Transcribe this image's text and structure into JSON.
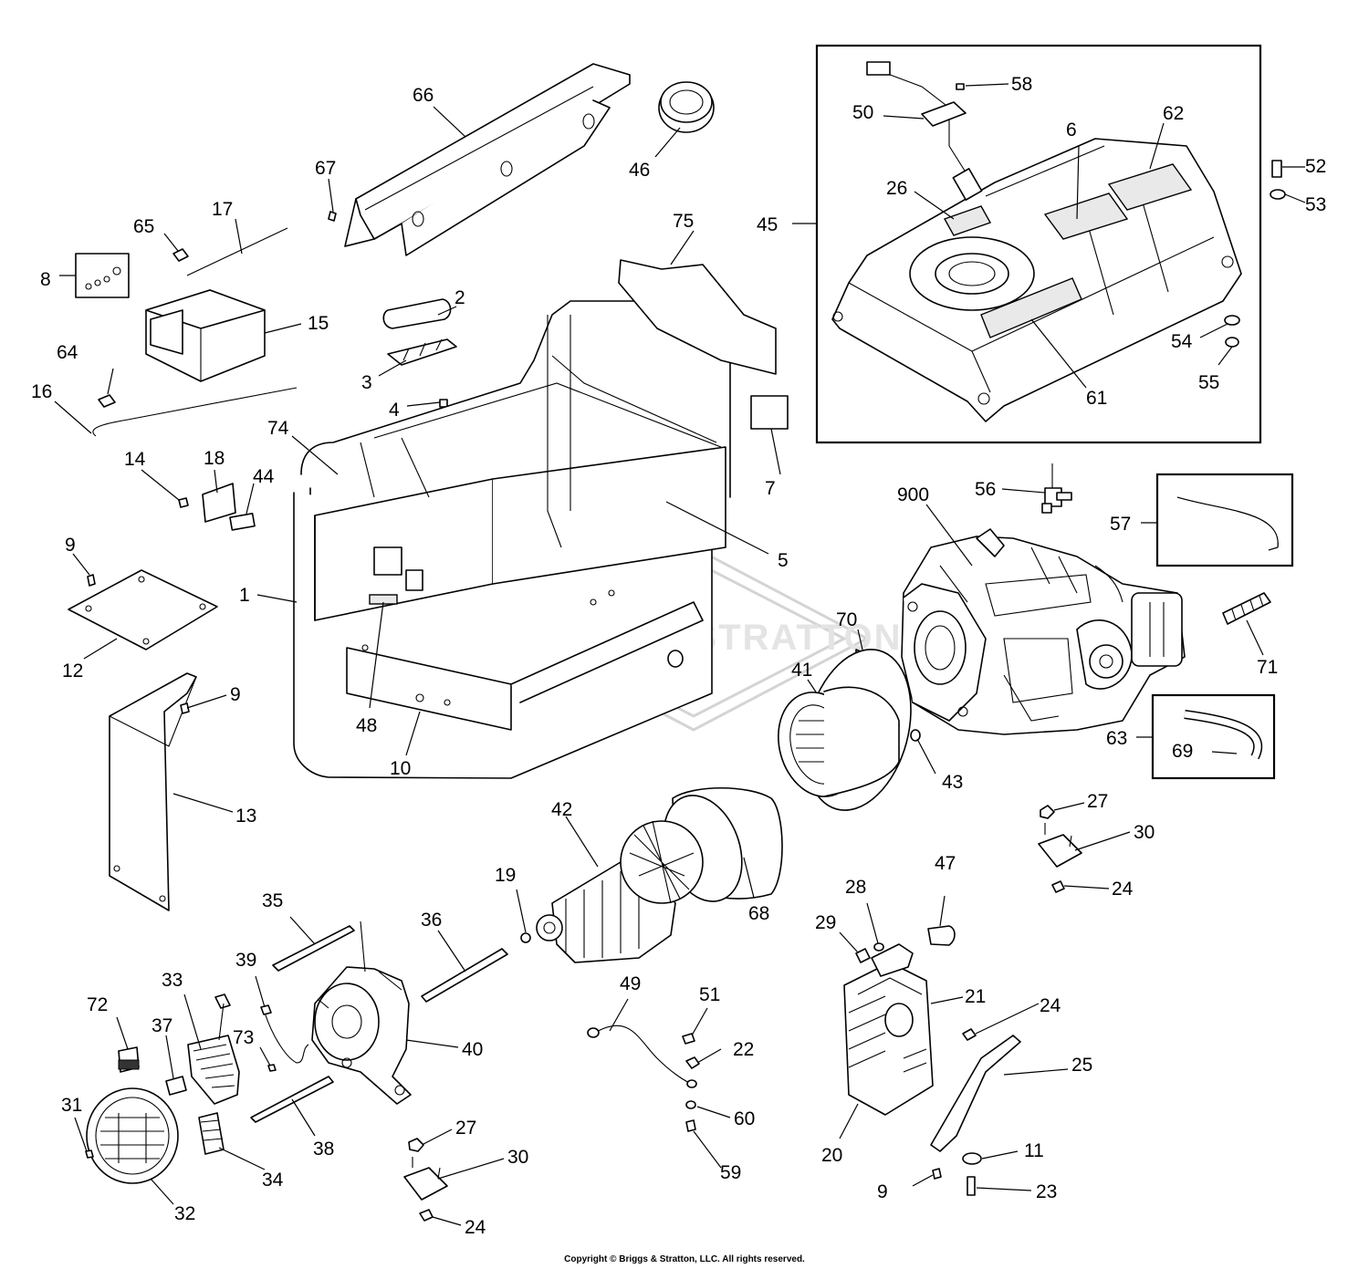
{
  "watermark": "BRIGGS & STRATTON",
  "copyright": "Copyright © Briggs & Stratton, LLC. All rights reserved.",
  "callouts": [
    "1",
    "2",
    "3",
    "4",
    "5",
    "6",
    "7",
    "8",
    "9",
    "9",
    "9",
    "10",
    "11",
    "12",
    "13",
    "14",
    "15",
    "16",
    "17",
    "18",
    "19",
    "20",
    "21",
    "22",
    "23",
    "24",
    "24",
    "24",
    "25",
    "26",
    "27",
    "27",
    "28",
    "29",
    "30",
    "30",
    "31",
    "32",
    "33",
    "34",
    "35",
    "36",
    "37",
    "38",
    "39",
    "40",
    "41",
    "42",
    "43",
    "44",
    "45",
    "46",
    "47",
    "48",
    "49",
    "50",
    "51",
    "52",
    "53",
    "54",
    "55",
    "56",
    "57",
    "58",
    "59",
    "60",
    "61",
    "62",
    "63",
    "64",
    "65",
    "66",
    "67",
    "68",
    "69",
    "70",
    "71",
    "72",
    "73",
    "74",
    "75",
    "900"
  ]
}
